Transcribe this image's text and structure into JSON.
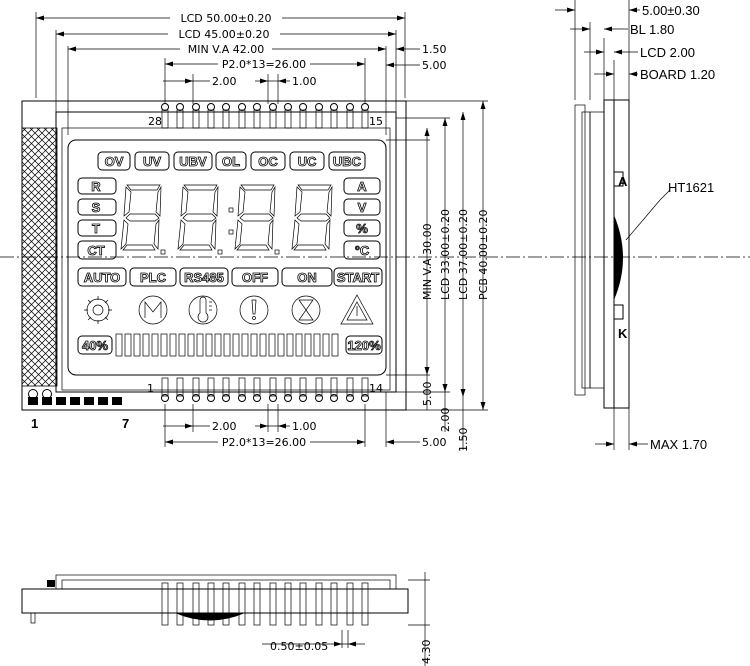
{
  "top_dims": {
    "lcd_outer": "LCD 50.00±0.20",
    "lcd_inner": "LCD 45.00±0.20",
    "min_va": "MIN V.A 42.00",
    "pitch": "P2.0*13=26.00",
    "pin_w2": "2.00",
    "pin_w1": "1.00",
    "right_150": "1.50",
    "right_500": "5.00"
  },
  "pins": {
    "top_left": "28",
    "top_right": "15",
    "bottom_left": "1",
    "bottom_right": "14"
  },
  "bottom_dims": {
    "pin_w2": "2.00",
    "pin_w1": "1.00",
    "pitch": "P2.0*13=26.00",
    "right_500": "5.00"
  },
  "side_dims_vertical": {
    "min_va": "MIN V.A 30.00",
    "lcd_33": "LCD 33.00±0.20",
    "lcd_37": "LCD 37.00±0.20",
    "pcb_40": "PCB 40.00±0.20",
    "v_500": "5.00",
    "v_200": "2.00",
    "v_150": "1.50"
  },
  "conn": {
    "left": "1",
    "right": "7"
  },
  "lcd_labels": {
    "top_row": [
      "OV",
      "UV",
      "UBV",
      "OL",
      "OC",
      "UC",
      "UBC"
    ],
    "left_col": [
      "R",
      "S",
      "T",
      "CT"
    ],
    "right_col": [
      "A",
      "V",
      "%",
      "°C"
    ],
    "mode_row": [
      "AUTO",
      "PLC",
      "RS485",
      "OFF",
      "ON",
      "START"
    ],
    "bar_left": "40%",
    "bar_right": "120%"
  },
  "side_view": {
    "thickness": "5.00±0.30",
    "bl": "BL 1.80",
    "lcd": "LCD 2.00",
    "board": "BOARD 1.20",
    "ic": "HT1621",
    "anode": "A",
    "cathode": "K",
    "max": "MAX 1.70"
  },
  "bottom_view": {
    "pin_pitch": "0.50±0.05",
    "height": "4.30"
  }
}
